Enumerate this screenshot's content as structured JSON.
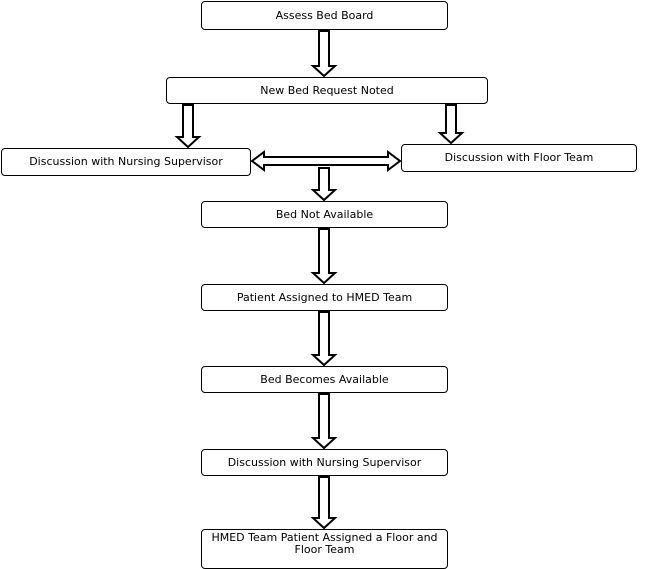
{
  "flowchart": {
    "steps": {
      "assess_bed_board": "Assess Bed Board",
      "new_bed_request": "New Bed Request Noted",
      "discussion_nursing_supervisor_1": "Discussion with Nursing Supervisor",
      "discussion_floor_team": "Discussion with Floor Team",
      "bed_not_available": "Bed Not Available",
      "patient_assigned_hmed": "Patient Assigned to HMED Team",
      "bed_becomes_available": "Bed Becomes Available",
      "discussion_nursing_supervisor_2": "Discussion with Nursing Supervisor",
      "hmed_assigned_floor": "HMED Team Patient Assigned a Floor and Floor Team"
    }
  }
}
